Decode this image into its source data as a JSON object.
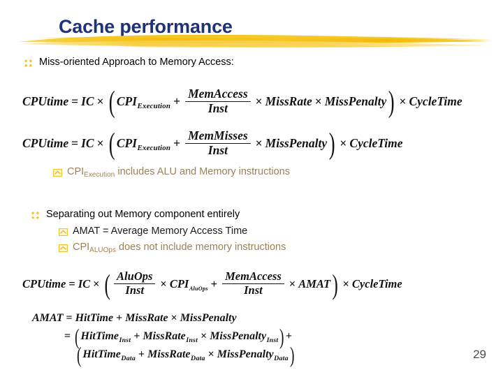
{
  "slide": {
    "title": "Cache performance",
    "page_number": "29",
    "accent_yellow": "#f5c21b",
    "title_color": "#1f3278",
    "subbullet_text_color": "#9c7f55",
    "body_text_color": "#000000"
  },
  "bullets": [
    {
      "level": 1,
      "marker": "wingdings-z-marker",
      "text": "Miss-oriented Approach to Memory Access:"
    },
    {
      "level": 2,
      "marker": "wingdings-y-chevron-marker",
      "text_lead": "CPI",
      "text_sub": "Execution",
      "text_rest": " includes ALU and Memory instructions"
    },
    {
      "level": 1,
      "marker": "wingdings-z-marker",
      "text": "Separating out Memory component entirely"
    },
    {
      "level": 2,
      "marker": "wingdings-y-chevron-marker",
      "text": "AMAT = Average Memory Access Time"
    },
    {
      "level": 2,
      "marker": "wingdings-y-chevron-marker",
      "text_lead": "CPI",
      "text_sub": "ALUOps",
      "text_rest": " does not include memory instructions"
    }
  ],
  "equations": {
    "eq1": {
      "lhs": "CPUtime",
      "eq": "=",
      "ic": "IC",
      "times1": "×",
      "term1": "CPI",
      "term1_sub": "Execution",
      "plus": "+",
      "frac_num": "MemAccess",
      "frac_den": "Inst",
      "times2": "×",
      "term2": "MissRate",
      "times3": "×",
      "term3": "MissPenalty",
      "times4": "×",
      "term4": "CycleTime"
    },
    "eq2": {
      "lhs": "CPUtime",
      "eq": "=",
      "ic": "IC",
      "times1": "×",
      "term1": "CPI",
      "term1_sub": "Execution",
      "plus": "+",
      "frac_num": "MemMisses",
      "frac_den": "Inst",
      "times2": "×",
      "term2": "MissPenalty",
      "times3": "×",
      "term3": "CycleTime"
    },
    "eq3": {
      "lhs": "CPUtime",
      "eq": "=",
      "ic": "IC",
      "times1": "×",
      "frac1_num": "AluOps",
      "frac1_den": "Inst",
      "times2": "×",
      "term1": "CPI",
      "term1_sub": "AluOps",
      "plus": "+",
      "frac2_num": "MemAccess",
      "frac2_den": "Inst",
      "times3": "×",
      "term2": "AMAT",
      "times4": "×",
      "term3": "CycleTime"
    },
    "eq4": {
      "line1_lhs": "AMAT",
      "line1_eq": "=",
      "line1_t1": "HitTime",
      "line1_plus": "+",
      "line1_t2": "MissRate",
      "line1_times": "×",
      "line1_t3": "MissPenalty",
      "line2_eq": "=",
      "line2_t1": "HitTime",
      "line2_t1_sub": "Inst",
      "line2_plus": "+",
      "line2_t2": "MissRate",
      "line2_t2_sub": "Inst",
      "line2_times": "×",
      "line2_t3": "MissPenalty",
      "line2_t3_sub": "Inst",
      "line2_trail": "+",
      "line3_t1": "HitTime",
      "line3_t1_sub": "Data",
      "line3_plus": "+",
      "line3_t2": "MissRate",
      "line3_t2_sub": "Data",
      "line3_times": "×",
      "line3_t3": "MissPenalty",
      "line3_t3_sub": "Data"
    }
  }
}
